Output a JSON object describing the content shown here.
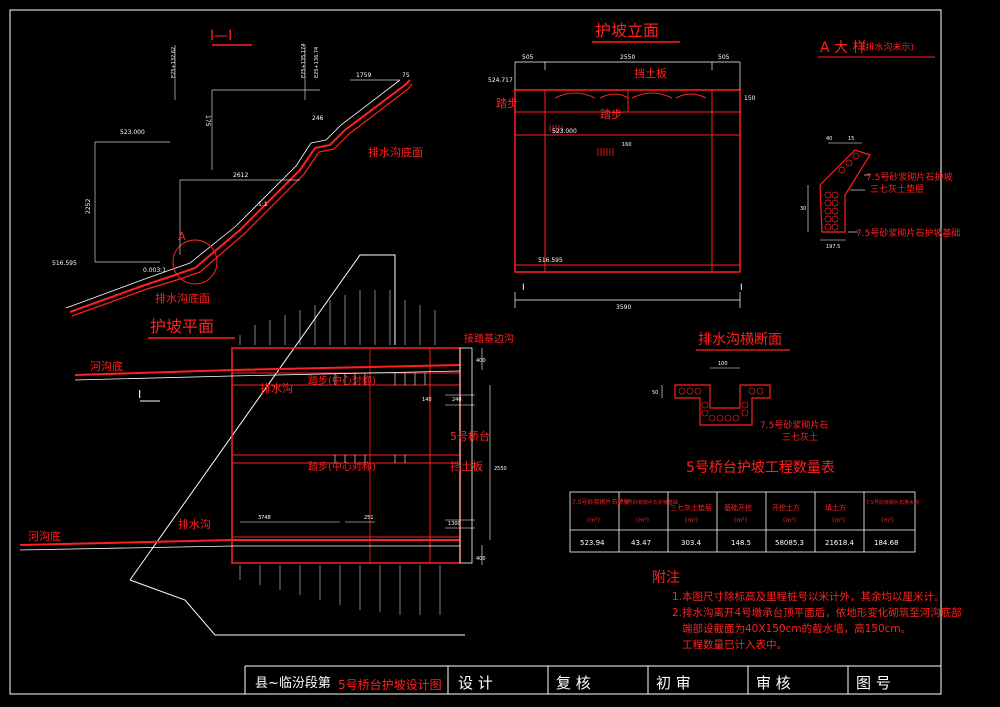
{
  "colors": {
    "line_red": "#ff2020",
    "line_white": "#ffffff",
    "dim_grey": "#cfcfcf",
    "background": "#000000"
  },
  "section_title": "I—I",
  "section_labels": {
    "drain_bottom_1": "排水沟底面",
    "point_a": "A",
    "drain_bottom_2": "排水沟底面",
    "elev_523": "523.000",
    "elev_516": "516.595",
    "slope_ratio": "0.003:1",
    "dims": [
      "1759",
      "75",
      "175",
      "2612",
      "2252",
      "246",
      "1:1"
    ]
  },
  "elevation_title": "护坡立面",
  "elevation_labels": {
    "retaining": "挡土板",
    "step_left": "踏步",
    "step_mid": "踏步",
    "elev_top": "524.717",
    "elev_523": "523.000",
    "elev_bot": "516.595",
    "dims_top": [
      "505",
      "2550",
      "505"
    ],
    "dim_bottom": "3590",
    "dim_side": "150",
    "dim_mid": "160"
  },
  "detail_a": {
    "title": "A 大 样",
    "note": "(排水沟未示)",
    "labels": [
      "7.5号砂浆砌片石护坡",
      "三七灰土垫层",
      "7.5号砂浆砌片石护坡基础"
    ],
    "dims": [
      "40",
      "15",
      "30",
      "197.5"
    ]
  },
  "plan_title": "护坡平面",
  "plan_labels": {
    "river_bottom_1": "河沟底",
    "river_bottom_2": "河沟底",
    "section_mark": "I",
    "drain_1": "排水沟",
    "drain_2": "排水沟",
    "step_1": "踏步(中心对称)",
    "step_2": "踏步(中心对称)",
    "connect_drain": "接踏基边沟",
    "abutment": "5号桥台",
    "retaining": "挡土板",
    "dims": [
      "400",
      "140",
      "240",
      "3748",
      "251",
      "400",
      "1300",
      "2550"
    ]
  },
  "drain_section": {
    "title": "排水沟横断面",
    "labels": [
      "7.5号砂浆砌片石",
      "三七灰土"
    ],
    "dims": [
      "100",
      "50"
    ]
  },
  "quantity_table": {
    "title": "5号桥台护坡工程数量表",
    "headers": [
      {
        "name": "7.5号砂浆砌片石护坡",
        "unit": "(m³)"
      },
      {
        "name": "7.5号砂浆砌片石护坡基础",
        "unit": "(m³)"
      },
      {
        "name": "三七灰土垫层",
        "unit": "(m³)"
      },
      {
        "name": "基础开挖",
        "unit": "(m³)"
      },
      {
        "name": "开挖土方",
        "unit": "(m³)"
      },
      {
        "name": "填土方",
        "unit": "(m³)"
      },
      {
        "name": "7.5号砂浆砌片石排水沟",
        "unit": "(m³)"
      }
    ],
    "values": [
      "523.94",
      "43.47",
      "303.4",
      "148.5",
      "58085.3",
      "21618.4",
      "184.68"
    ]
  },
  "notes": {
    "title": "附注",
    "items": [
      "1.本图尺寸除标高及里程桩号以米计外，其余均以厘米计。",
      "2.排水沟离开4号墩承台顶平面后，依地形变化砌筑至河沟底部",
      "端部设截面为40X150cm的截水墙，高150cm。",
      "工程数量已计入表中。"
    ]
  },
  "title_block": {
    "project": "县~临汾段第 ",
    "drawing": "5号桥台护坡设计图",
    "cells": [
      "设 计",
      "复 核",
      "初 审",
      "审 核",
      "图 号"
    ]
  }
}
